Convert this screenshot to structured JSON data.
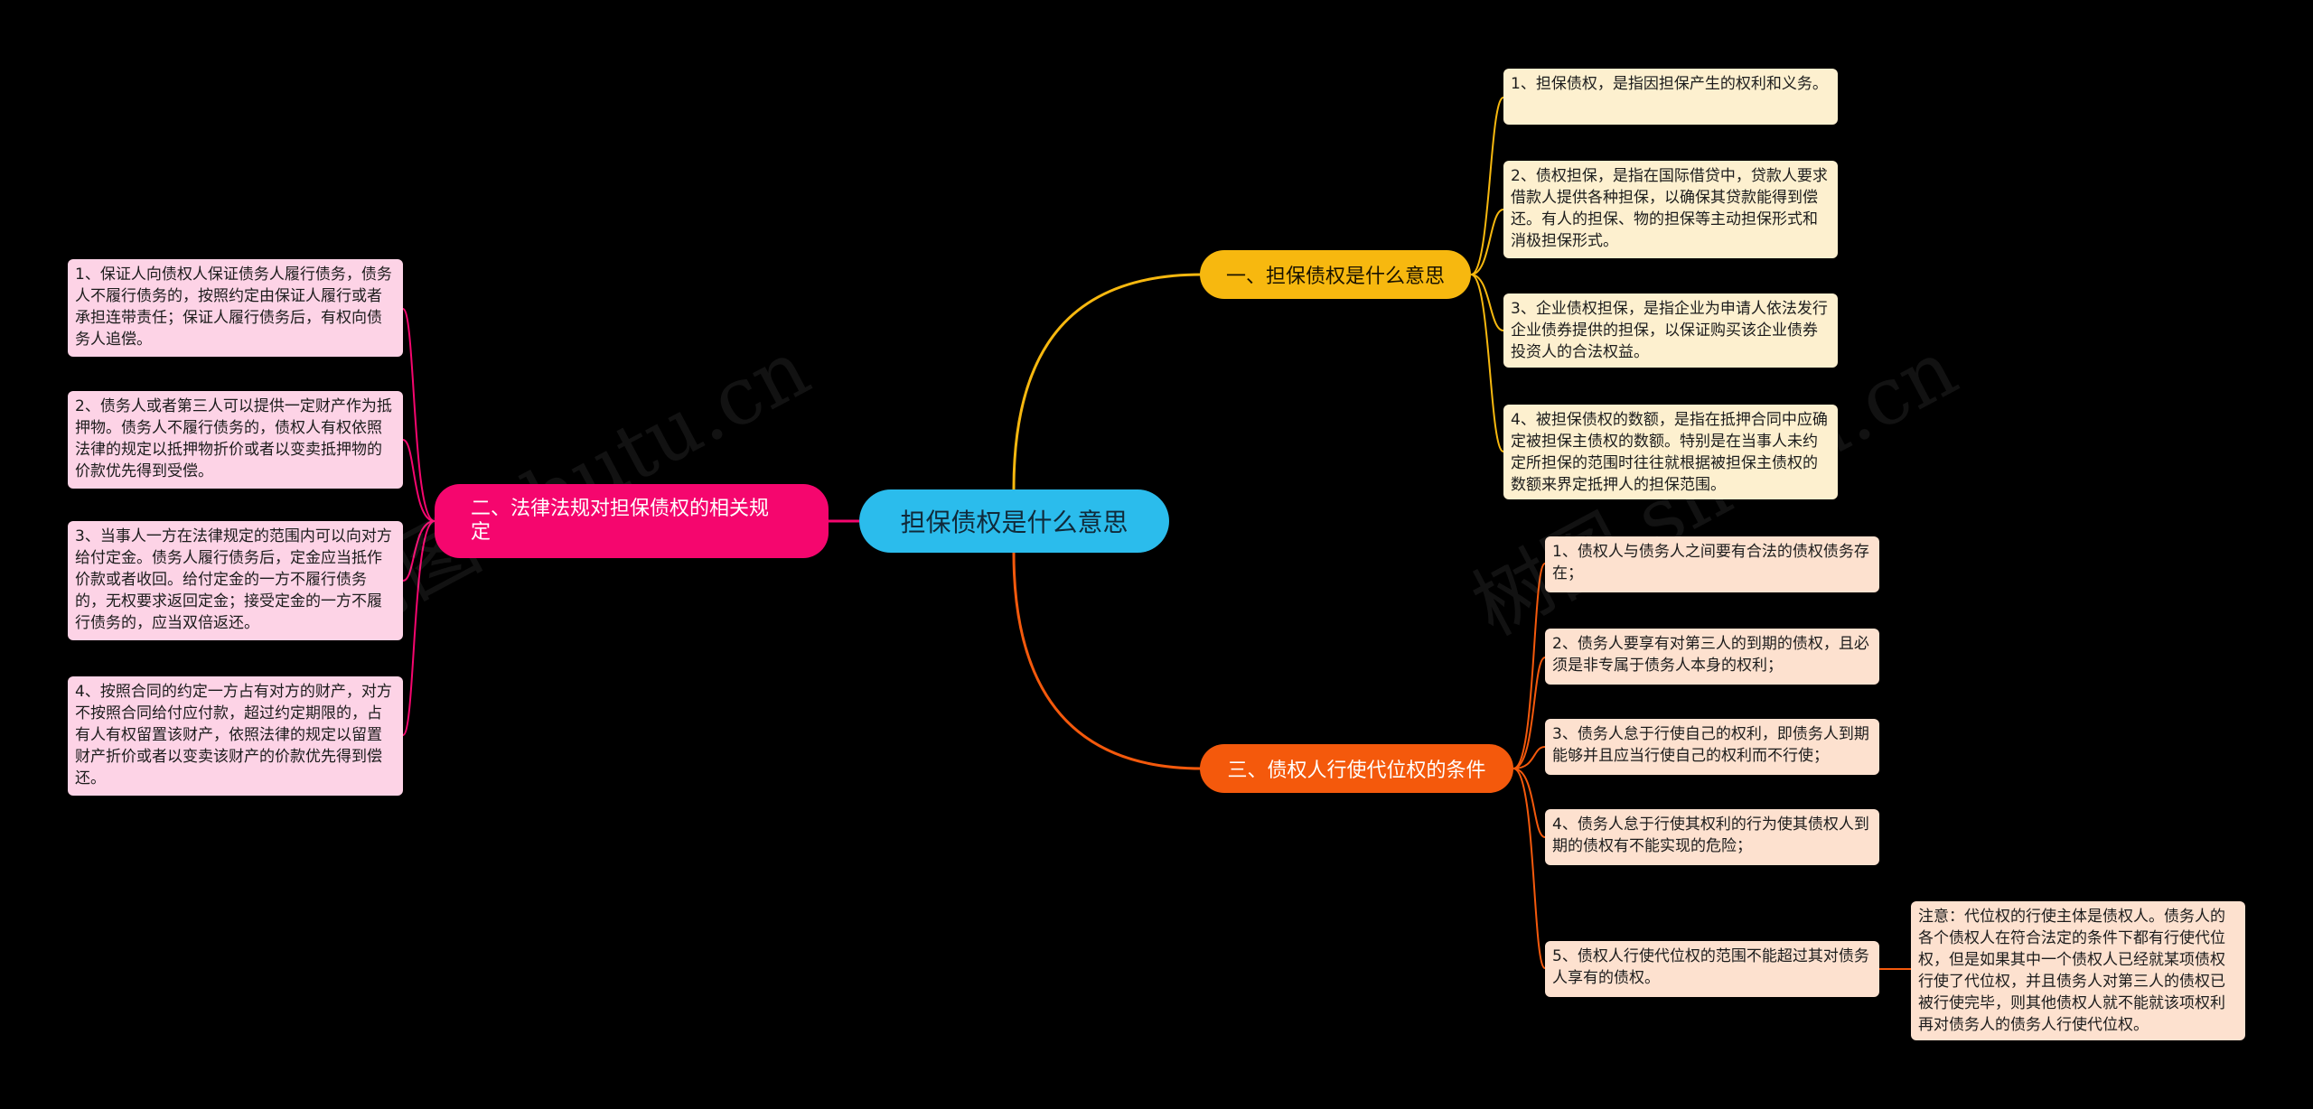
{
  "root": "担保债权是什么意思",
  "branches": {
    "b1": {
      "label": "一、担保债权是什么意思",
      "leaves": [
        "1、担保债权，是指因担保产生的权利和义务。",
        "2、债权担保，是指在国际借贷中，贷款人要求借款人提供各种担保，以确保其贷款能得到偿还。有人的担保、物的担保等主动担保形式和消极担保形式。",
        "3、企业债权担保，是指企业为申请人依法发行企业债券提供的担保，以保证购买该企业债券投资人的合法权益。",
        "4、被担保债权的数额，是指在抵押合同中应确定被担保主债权的数额。特别是在当事人未约定所担保的范围时往往就根据被担保主债权的数额来界定抵押人的担保范围。"
      ]
    },
    "b2": {
      "label": "二、法律法规对担保债权的相关规定",
      "leaves": [
        "1、保证人向债权人保证债务人履行债务，债务人不履行债务的，按照约定由保证人履行或者承担连带责任；保证人履行债务后，有权向债务人追偿。",
        "2、债务人或者第三人可以提供一定财产作为抵押物。债务人不履行债务的，债权人有权依照法律的规定以抵押物折价或者以变卖抵押物的价款优先得到受偿。",
        "3、当事人一方在法律规定的范围内可以向对方给付定金。债务人履行债务后，定金应当抵作价款或者收回。给付定金的一方不履行债务的，无权要求返回定金；接受定金的一方不履行债务的，应当双倍返还。",
        "4、按照合同的约定一方占有对方的财产，对方不按照合同给付应付款，超过约定期限的，占有人有权留置该财产，依照法律的规定以留置财产折价或者以变卖该财产的价款优先得到偿还。"
      ]
    },
    "b3": {
      "label": "三、债权人行使代位权的条件",
      "leaves": [
        "1、债权人与债务人之间要有合法的债权债务存在；",
        "2、债务人要享有对第三人的到期的债权，且必须是非专属于债务人本身的权利；",
        "3、债务人怠于行使自己的权利，即债务人到期能够并且应当行使自己的权利而不行使；",
        "4、债务人怠于行使其权利的行为使其债权人到期的债权有不能实现的危险；",
        "5、债权人行使代位权的范围不能超过其对债务人享有的债权。"
      ],
      "note": "注意：代位权的行使主体是债权人。债务人的各个债权人在符合法定的条件下都有行使代位权，但是如果其中一个债权人已经就某项债权行使了代位权，并且债务人对第三人的债权已被行使完毕，则其他债权人就不能就该项权利再对债务人的债务人行使代位权。"
    }
  },
  "watermark": "树图 shutu.cn",
  "colors": {
    "background": "#000000",
    "root": "#2bbcec",
    "branch1": "#f7b80f",
    "branch2": "#f5066e",
    "branch3": "#f4590c",
    "leaf1": "#fdf0cf",
    "leaf2": "#fdd3e6",
    "leaf3": "#fde1cf"
  }
}
